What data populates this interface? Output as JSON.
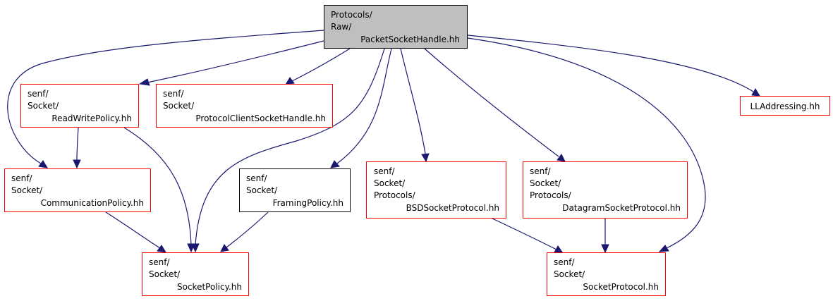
{
  "diagram": {
    "edge_color": "#191970",
    "nodes": {
      "packetsockethandle": {
        "lines": [
          "Protocols/",
          "Raw/",
          "PacketSocketHandle.hh"
        ],
        "border": "#000000",
        "fill": "#bfbfbf"
      },
      "readwritepolicy": {
        "lines": [
          "senf/",
          "Socket/",
          "ReadWritePolicy.hh"
        ],
        "border": "#ff0000"
      },
      "protocolclientsockethandle": {
        "lines": [
          "senf/",
          "Socket/",
          "ProtocolClientSocketHandle.hh"
        ],
        "border": "#ff0000"
      },
      "lladdressing": {
        "lines": [
          "LLAddressing.hh"
        ],
        "border": "#ff0000"
      },
      "communicationpolicy": {
        "lines": [
          "senf/",
          "Socket/",
          "CommunicationPolicy.hh"
        ],
        "border": "#ff0000"
      },
      "framingpolicy": {
        "lines": [
          "senf/",
          "Socket/",
          "FramingPolicy.hh"
        ],
        "border": "#000000"
      },
      "bsdsocketprotocol": {
        "lines": [
          "senf/",
          "Socket/",
          "Protocols/",
          "BSDSocketProtocol.hh"
        ],
        "border": "#ff0000"
      },
      "datagramsocketprotocol": {
        "lines": [
          "senf/",
          "Socket/",
          "Protocols/",
          "DatagramSocketProtocol.hh"
        ],
        "border": "#ff0000"
      },
      "socketpolicy": {
        "lines": [
          "senf/",
          "Socket/",
          "SocketPolicy.hh"
        ],
        "border": "#ff0000"
      },
      "socketprotocol": {
        "lines": [
          "senf/",
          "Socket/",
          "SocketProtocol.hh"
        ],
        "border": "#ff0000"
      }
    },
    "edges": [
      [
        "packetsockethandle",
        "readwritepolicy"
      ],
      [
        "packetsockethandle",
        "protocolclientsockethandle"
      ],
      [
        "packetsockethandle",
        "lladdressing"
      ],
      [
        "packetsockethandle",
        "communicationpolicy"
      ],
      [
        "packetsockethandle",
        "framingpolicy"
      ],
      [
        "packetsockethandle",
        "bsdsocketprotocol"
      ],
      [
        "packetsockethandle",
        "datagramsocketprotocol"
      ],
      [
        "packetsockethandle",
        "socketpolicy"
      ],
      [
        "packetsockethandle",
        "socketprotocol"
      ],
      [
        "readwritepolicy",
        "communicationpolicy"
      ],
      [
        "readwritepolicy",
        "socketpolicy"
      ],
      [
        "communicationpolicy",
        "socketpolicy"
      ],
      [
        "framingpolicy",
        "socketpolicy"
      ],
      [
        "bsdsocketprotocol",
        "socketprotocol"
      ],
      [
        "datagramsocketprotocol",
        "socketprotocol"
      ]
    ]
  }
}
